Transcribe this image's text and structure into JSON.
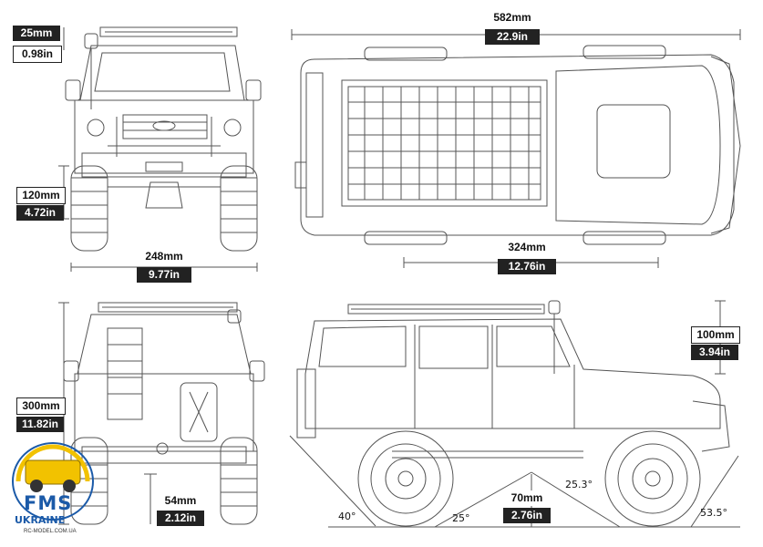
{
  "dimensions": {
    "length_mm": "582mm",
    "length_in": "22.9in",
    "snorkel_mm": "25mm",
    "snorkel_in": "0.98in",
    "ground_clear_mm": "120mm",
    "ground_clear_in": "4.72in",
    "width_mm": "248mm",
    "width_in": "9.77in",
    "wheelbase_mm": "324mm",
    "wheelbase_in": "12.76in",
    "height_mm": "300mm",
    "height_in": "11.82in",
    "axle_clear_mm": "54mm",
    "axle_clear_in": "2.12in",
    "roof_mm": "100mm",
    "roof_in": "3.94in",
    "belly_mm": "70mm",
    "belly_in": "2.76in"
  },
  "angles": {
    "approach": "40°",
    "breakover_left": "25°",
    "breakover_right": "25.3°",
    "departure": "53.5°"
  },
  "logo": {
    "brand": "FMS",
    "region": "UKRAINE",
    "site": "RC-MODEL.COM.UA"
  },
  "colors": {
    "line": "#555555",
    "label_dark": "#222222",
    "logo_blue": "#1b5aa8",
    "logo_yellow": "#f2c200"
  }
}
